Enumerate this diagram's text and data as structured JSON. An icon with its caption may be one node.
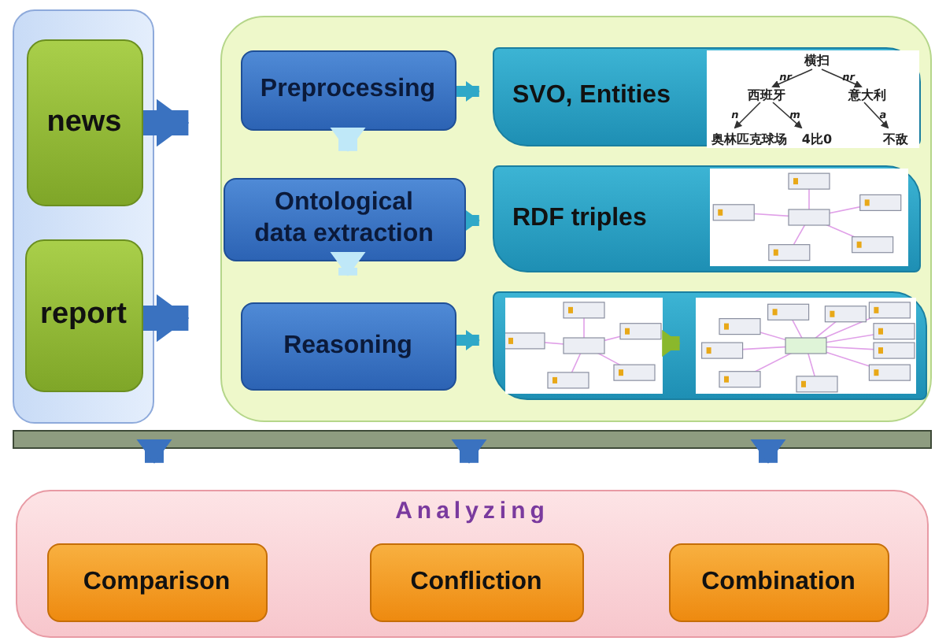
{
  "diagram": {
    "nodes": [
      {
        "text": [],
        "shape": "box"
      },
      {
        "text": [
          "news"
        ],
        "in": 0
      },
      {
        "text": [
          "report"
        ],
        "in": 0
      },
      {
        "text": [],
        "shape": "box"
      },
      {
        "text": [
          "Preprocessing"
        ],
        "in": 3
      },
      {
        "text": [
          "Ontological data extraction"
        ],
        "in": 3
      },
      {
        "text": [
          "Reasoning"
        ],
        "in": 3
      },
      {
        "text": [
          "SVO, Entities"
        ],
        "in": 3
      },
      {
        "text": [
          "RDF triples"
        ],
        "in": 3
      },
      {
        "text": [],
        "shape": "picture",
        "in": 8
      },
      {
        "text": [],
        "shape": "box",
        "in": 3
      },
      {
        "text": [],
        "shape": "picture",
        "in": 10
      },
      {
        "text": [],
        "shape": "picture",
        "in": 10
      },
      {
        "text": [],
        "shape": "bar"
      },
      {
        "text": [
          "Analyzing"
        ]
      },
      {
        "text": [
          "Comparison"
        ],
        "in": 14
      },
      {
        "text": [
          "Confliction"
        ],
        "in": 14
      },
      {
        "text": [
          "Combination"
        ],
        "in": 14
      }
    ],
    "edges": [
      {
        "from": 1,
        "to": 3,
        "arrow": "to"
      },
      {
        "from": 2,
        "to": 3,
        "arrow": "to"
      },
      {
        "from": 4,
        "to": 5,
        "arrow": "to",
        "color": "#bfe8f8"
      },
      {
        "from": 5,
        "to": 6,
        "arrow": "to",
        "color": "#bfe8f8"
      },
      {
        "from": 4,
        "to": 7,
        "arrow": "to",
        "color": "#2fa8c8"
      },
      {
        "from": 5,
        "to": 8,
        "arrow": "to",
        "color": "#2fa8c8"
      },
      {
        "from": 6,
        "to": 10,
        "arrow": "to",
        "color": "#2fa8c8"
      },
      {
        "from": 11,
        "to": 12,
        "arrow": "to",
        "color": "#8ab82c"
      },
      {
        "from": 13,
        "to": 14,
        "arrow": "to"
      },
      {
        "from": 13,
        "to": 14,
        "arrow": "to"
      },
      {
        "from": 13,
        "to": 14,
        "arrow": "to"
      }
    ],
    "labels": [
      "横扫",
      "nr",
      "nr",
      "西班牙",
      "意大利",
      "n",
      "m",
      "a",
      "奥林匹克球场",
      "4比0",
      "不敌"
    ]
  }
}
